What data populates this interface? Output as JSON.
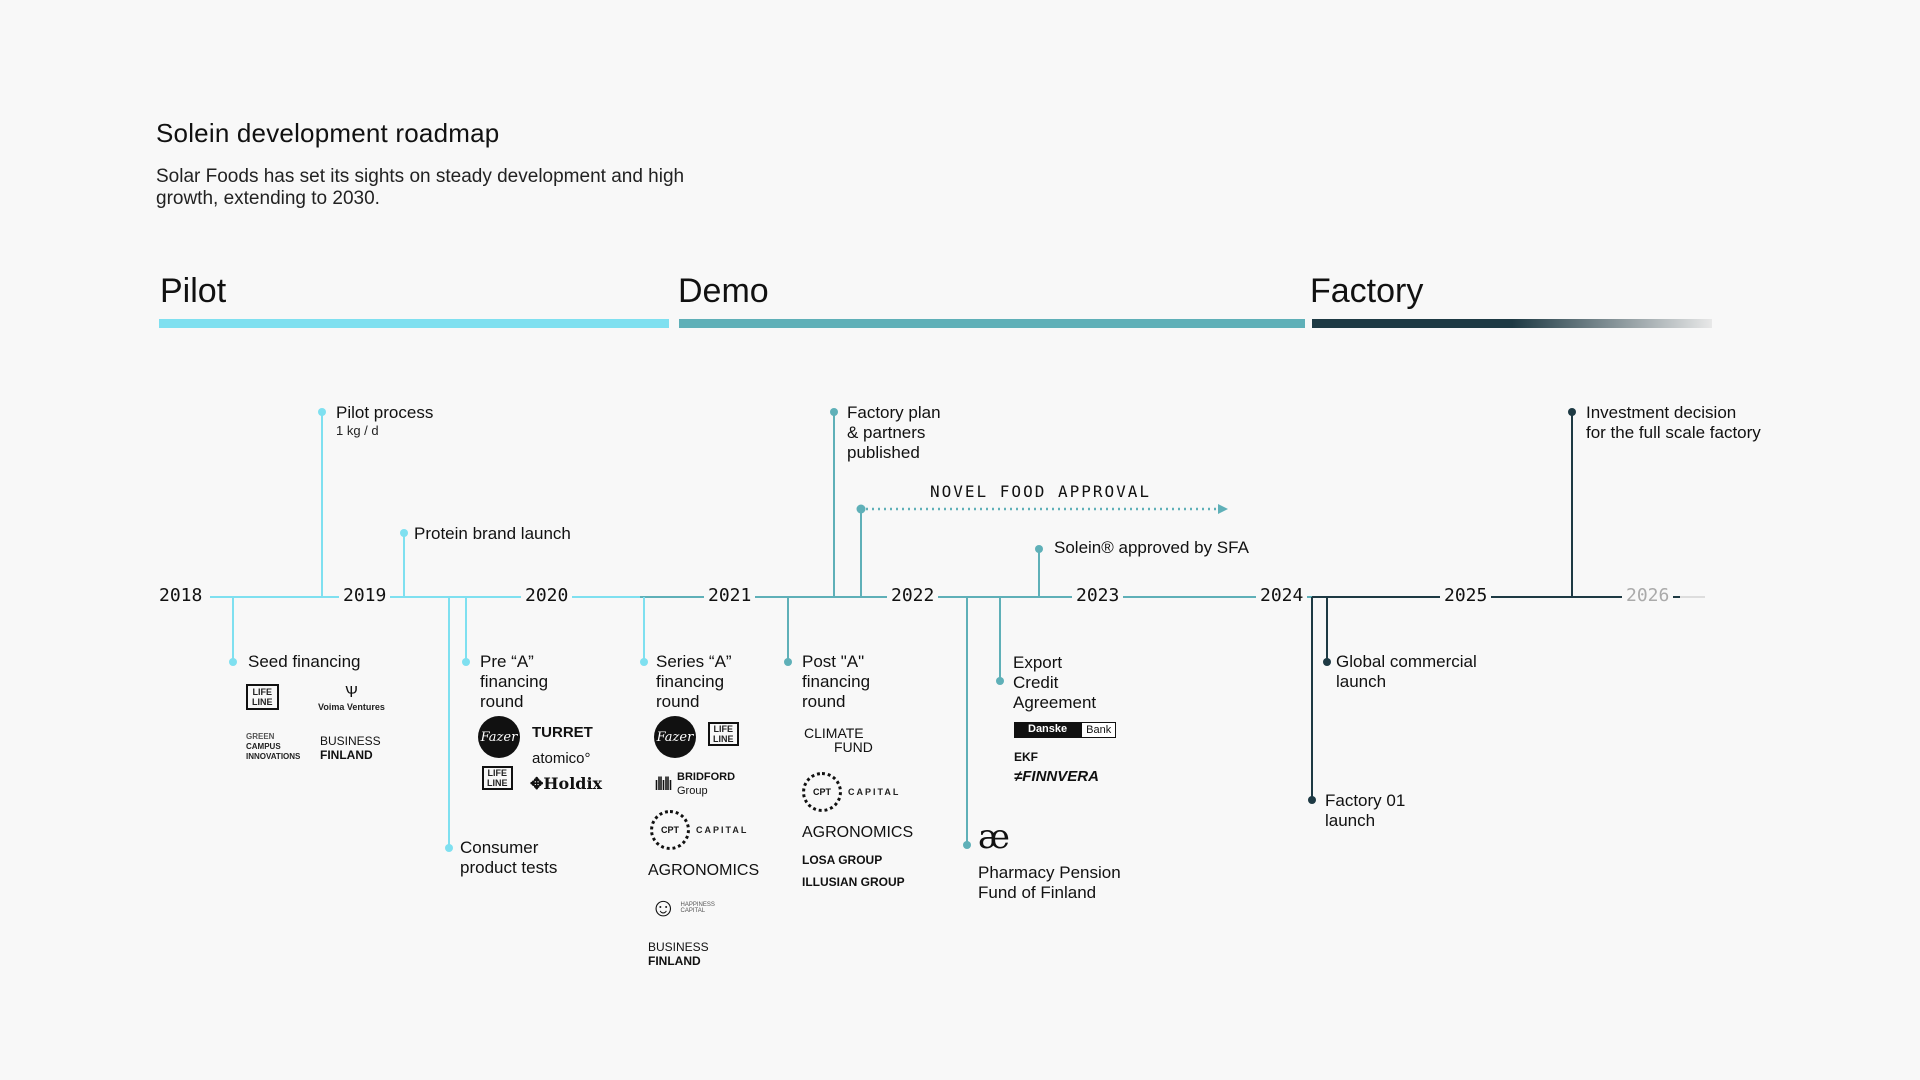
{
  "title": "Solein development roadmap",
  "subtitle": "Solar Foods has set its sights on steady development and high growth, extending to 2030.",
  "phases": [
    "Pilot",
    "Demo",
    "Factory"
  ],
  "years": [
    "2018",
    "2019",
    "2020",
    "2021",
    "2022",
    "2023",
    "2024",
    "2025",
    "2026"
  ],
  "novel_food": "NOVEL FOOD APPROVAL",
  "events": {
    "pilot_process": "Pilot process",
    "pilot_process_sub": "1 kg / d",
    "protein_brand": "Protein brand launch",
    "seed": "Seed financing",
    "pre_a": [
      "Pre “A”",
      "financing",
      "round"
    ],
    "consumer": [
      "Consumer",
      "product tests"
    ],
    "series_a": [
      "Series “A”",
      "financing",
      "round"
    ],
    "factory_plan": [
      "Factory plan",
      "& partners",
      "published"
    ],
    "post_a": [
      "Post \"A\"",
      "financing",
      "round"
    ],
    "sfa": "Solein® approved by SFA",
    "export": [
      "Export",
      "Credit",
      "Agreement"
    ],
    "pharmacy": [
      "Pharmacy Pension",
      "Fund of Finland"
    ],
    "global": [
      "Global commercial",
      "launch"
    ],
    "factory01": [
      "Factory 01",
      "launch"
    ],
    "investment": [
      "Investment decision",
      "for the full scale factory"
    ]
  },
  "logos": {
    "lifeline": [
      "LIFE",
      "LINE"
    ],
    "voima": "Voima Ventures",
    "green_campus": [
      "GREEN",
      "CAMPUS",
      "INNOVATIONS"
    ],
    "business_finland": [
      "BUSINESS",
      "FINLAND"
    ],
    "fazer": "Fazer",
    "turret": "TURRET",
    "atomico": "atomico°",
    "holdix": "Holdix",
    "bridford": [
      "BRIDFORD",
      "Group"
    ],
    "cpt": "CPT",
    "capital": "CAPITAL",
    "agronomics": "AGRONOMICS",
    "happiness": "HAPPINESS CAPITAL",
    "climate_fund": [
      "CLIMATE",
      "FUND"
    ],
    "losa": "LOSA GROUP",
    "illusian": "ILLUSIAN GROUP",
    "danske": "Danske",
    "bank": "Bank",
    "ekf": "EKF",
    "finnvera": "FINNVERA",
    "pharmacy_mark": "æ"
  },
  "colors": {
    "pilot": "#7fe0f0",
    "demo": "#5fb0b8",
    "factory": "#1e3a44"
  }
}
